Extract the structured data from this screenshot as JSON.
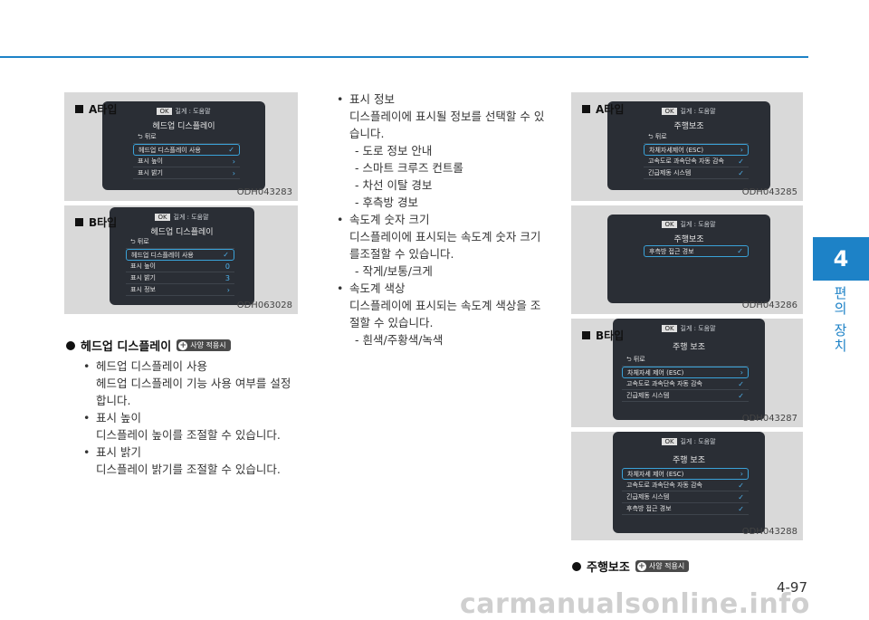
{
  "page": {
    "number": "4-97",
    "chapter": "4",
    "chapter_title": "편의 장치",
    "watermark": "carmanualsonline.info"
  },
  "figures": {
    "a1": {
      "type_label": "A타입",
      "code": "ODH043283",
      "bar_ok": "OK",
      "bar_text": "길게 : 도움말",
      "title": "헤드업 디스플레이",
      "rows": [
        {
          "label": "⮌ 뒤로",
          "right": ""
        },
        {
          "label": "헤드업 디스플레이 사용",
          "right": "✓"
        },
        {
          "label": "표시 높이",
          "right": "›"
        },
        {
          "label": "표시 밝기",
          "right": "›"
        }
      ]
    },
    "b1": {
      "type_label": "B타입",
      "code": "ODH063028",
      "bar_ok": "OK",
      "bar_text": "길게 : 도움말",
      "title": "헤드업 디스플레이",
      "rows": [
        {
          "label": "⮌ 뒤로",
          "right": ""
        },
        {
          "label": "헤드업 디스플레이 사용",
          "right": "✓"
        },
        {
          "label": "표시 높이",
          "right": "0"
        },
        {
          "label": "표시 밝기",
          "right": "3"
        },
        {
          "label": "표시 정보",
          "right": "›"
        }
      ]
    },
    "a2": {
      "type_label": "A타입",
      "code": "ODH043285",
      "bar_ok": "OK",
      "bar_text": "길게 : 도움말",
      "title": "주행보조",
      "rows": [
        {
          "label": "⮌ 뒤로",
          "right": ""
        },
        {
          "label": "차체자세제어 (ESC)",
          "right": "›"
        },
        {
          "label": "고속도로 과속단속 자동 감속",
          "right": "✓"
        },
        {
          "label": "긴급제동 시스템",
          "right": "✓"
        }
      ]
    },
    "a3": {
      "code": "ODH043286",
      "bar_ok": "OK",
      "bar_text": "길게 : 도움말",
      "title": "주행보조",
      "rows": [
        {
          "label": "후측방 접근 경보",
          "right": "✓"
        }
      ]
    },
    "b2": {
      "type_label": "B타입",
      "code": "ODH043287",
      "bar_ok": "OK",
      "bar_text": "길게 : 도움말",
      "title": "주행 보조",
      "rows": [
        {
          "label": "⮌ 뒤로",
          "right": ""
        },
        {
          "label": "차체자세 제어 (ESC)",
          "right": "›"
        },
        {
          "label": "고속도로 과속단속 자동 감속",
          "right": "✓"
        },
        {
          "label": "긴급제동 시스템",
          "right": "✓"
        }
      ]
    },
    "b3": {
      "code": "ODH043288",
      "bar_ok": "OK",
      "bar_text": "길게 : 도움말",
      "title": "주행 보조",
      "rows": [
        {
          "label": "차체자세 제어 (ESC)",
          "right": "›"
        },
        {
          "label": "고속도로 과속단속 자동 감속",
          "right": "✓"
        },
        {
          "label": "긴급제동 시스템",
          "right": "✓"
        },
        {
          "label": "후측방 접근 경보",
          "right": "✓"
        }
      ]
    }
  },
  "hud_section": {
    "heading": "헤드업 디스플레이",
    "spec_plus": "+",
    "spec_label": "사양 적용시",
    "items": [
      {
        "title": "헤드업 디스플레이 사용",
        "desc": [
          "헤드업 디스플레이 기능 사용 여부를 설정",
          "합니다."
        ]
      },
      {
        "title": "표시 높이",
        "desc": [
          "디스플레이 높이를 조절할 수 있습니다."
        ]
      },
      {
        "title": "표시 밝기",
        "desc": [
          "디스플레이 밝기를 조절할 수 있습니다."
        ]
      }
    ]
  },
  "middle": {
    "items": [
      {
        "title": "표시 정보",
        "desc": [
          "디스플레이에 표시될 정보를 선택할 수 있",
          "습니다."
        ],
        "subs": [
          "- 도로 정보 안내",
          "- 스마트 크루즈 컨트롤",
          "- 차선 이탈 경보",
          "- 후측방 경보"
        ]
      },
      {
        "title": "속도계 숫자 크기",
        "desc": [
          "디스플레이에 표시되는 속도계 숫자 크기",
          "를조절할 수 있습니다."
        ],
        "subs": [
          "- 작게/보통/크게"
        ]
      },
      {
        "title": "속도계 색상",
        "desc": [
          "디스플레이에 표시되는 속도계 색상을 조",
          "절할 수 있습니다."
        ],
        "subs": [
          "- 흰색/주황색/녹색"
        ]
      }
    ]
  },
  "assist_section": {
    "heading": "주행보조",
    "spec_plus": "+",
    "spec_label": "사양 적용시"
  }
}
